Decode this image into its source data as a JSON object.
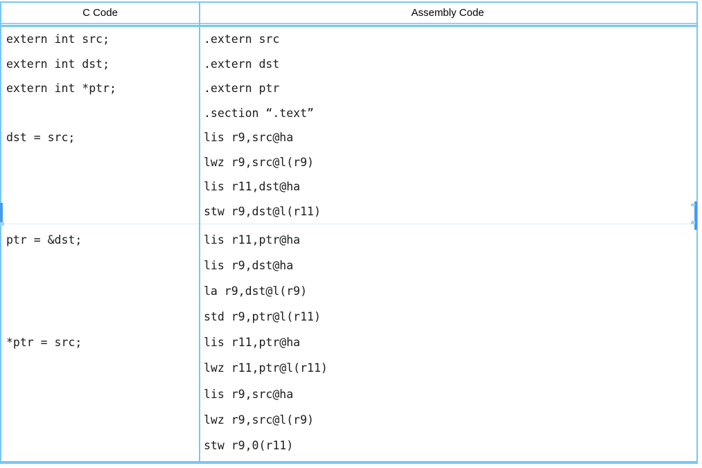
{
  "table": {
    "columns": [
      "C Code",
      "Assembly Code"
    ],
    "rows": [
      {
        "c": [
          "extern int src;",
          "extern int dst;",
          "extern int *ptr;",
          "",
          "dst = src;"
        ],
        "asm": [
          ".extern src",
          ".extern dst",
          ".extern ptr",
          ".section “.text”",
          "lis r9,src@ha",
          "lwz r9,src@l(r9)",
          "lis r11,dst@ha",
          "stw r9,dst@l(r11)"
        ]
      },
      {
        "c": [
          "ptr = &dst;",
          "",
          "",
          "",
          "*ptr = src;"
        ],
        "asm": [
          "lis r11,ptr@ha",
          "lis r9,dst@ha",
          "la r9,dst@l(r9)",
          "std r9,ptr@l(r11)",
          "lis r11,ptr@ha",
          "lwz r11,ptr@l(r11)",
          "lis r9,src@ha",
          "lwz r9,src@l(r9)",
          "stw r9,0(r11)"
        ]
      }
    ]
  },
  "colors": {
    "border": "#76c7f3",
    "row_divider": "#d9edfa",
    "handle": "#459de9",
    "text": "#1a1a1a"
  }
}
